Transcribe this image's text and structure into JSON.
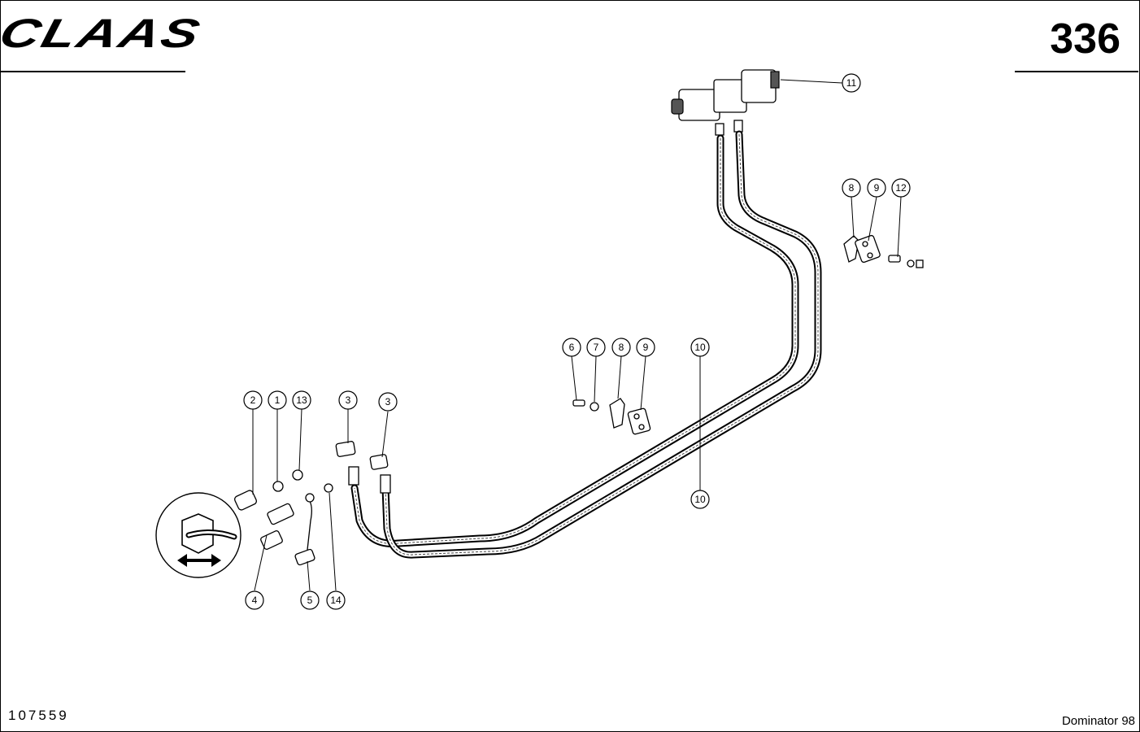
{
  "header": {
    "brand": "CLAAS",
    "page_number": "336"
  },
  "footer": {
    "drawing_number": "107559",
    "model": "Dominator 98"
  },
  "callouts": {
    "c11": "11",
    "c8a": "8",
    "c9a": "9",
    "c12": "12",
    "c6": "6",
    "c7": "7",
    "c8b": "8",
    "c9b": "9",
    "c10a": "10",
    "c10b": "10",
    "c2": "2",
    "c1": "1",
    "c13": "13",
    "c3a": "3",
    "c3b": "3",
    "c4": "4",
    "c5": "5",
    "c14": "14"
  },
  "icons": {
    "inset": "hose-fitting-inset-icon",
    "arrow": "double-arrow-icon"
  }
}
